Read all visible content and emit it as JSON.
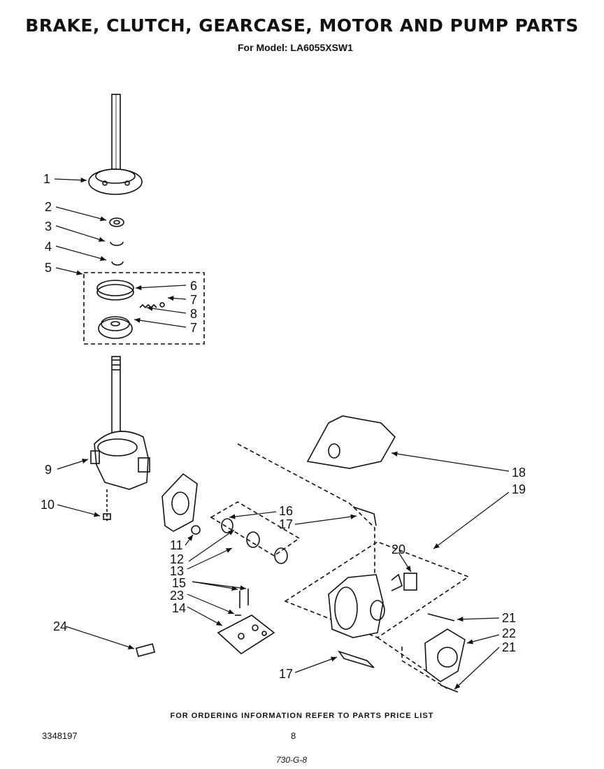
{
  "header": {
    "title": "BRAKE, CLUTCH, GEARCASE, MOTOR AND PUMP PARTS",
    "model_line": "For Model: LA6055XSW1"
  },
  "callouts": {
    "c1": "1",
    "c2": "2",
    "c3": "3",
    "c4": "4",
    "c5": "5",
    "c6": "6",
    "c7a": "7",
    "c8": "8",
    "c7b": "7",
    "c9": "9",
    "c10": "10",
    "c11": "11",
    "c12": "12",
    "c13": "13",
    "c14": "14",
    "c15": "15",
    "c16": "16",
    "c17a": "17",
    "c17b": "17",
    "c18": "18",
    "c19": "19",
    "c20": "20",
    "c21a": "21",
    "c21b": "21",
    "c22": "22",
    "c23": "23",
    "c24": "24"
  },
  "footer": {
    "ordering_note": "FOR ORDERING INFORMATION REFER TO PARTS PRICE LIST",
    "doc_number": "3348197",
    "page_number": "8",
    "handwritten_code": "730-G-8"
  }
}
